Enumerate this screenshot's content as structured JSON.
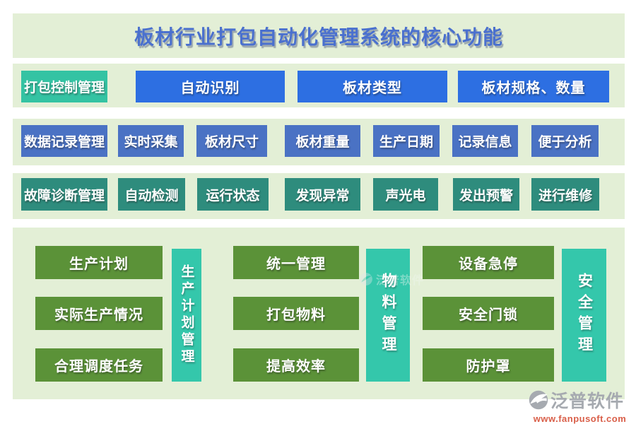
{
  "title": "板材行业打包自动化管理系统的核心功能",
  "colors": {
    "band_background": "#E3EFD6",
    "row1_header_teal": "#34C3A3",
    "row1_item_blue": "#2D6FE2",
    "row2_blue": "#4A72C4",
    "row3_teal": "#2E8C7D",
    "group_item_green": "#5B9238",
    "group_bar_teal": "#34C7AB",
    "title_blue": "#4A70CE",
    "logo_gray": "#A6AAB0",
    "url_red": "#D95F49"
  },
  "rows": [
    {
      "header": "打包控制管理",
      "items": [
        "自动识别",
        "板材类型",
        "板材规格、数量"
      ]
    },
    {
      "header": "数据记录管理",
      "items": [
        "实时采集",
        "板材尺寸",
        "板材重量",
        "生产日期",
        "记录信息",
        "便于分析"
      ]
    },
    {
      "header": "故障诊断管理",
      "items": [
        "自动检测",
        "运行状态",
        "发现异常",
        "声光电",
        "发出预警",
        "进行维修"
      ]
    }
  ],
  "groups": [
    {
      "label": "生产计划管理",
      "items": [
        "生产计划",
        "实际生产情况",
        "合理调度任务"
      ]
    },
    {
      "label": "物料管理",
      "items": [
        "统一管理",
        "打包物料",
        "提高效率"
      ]
    },
    {
      "label": "安全管理",
      "items": [
        "设备急停",
        "安全门锁",
        "防护罩"
      ]
    }
  ],
  "watermark": {
    "brand": "泛普软件"
  },
  "footer": {
    "brand": "泛普软件",
    "url": "www.fanpusoft.com"
  }
}
